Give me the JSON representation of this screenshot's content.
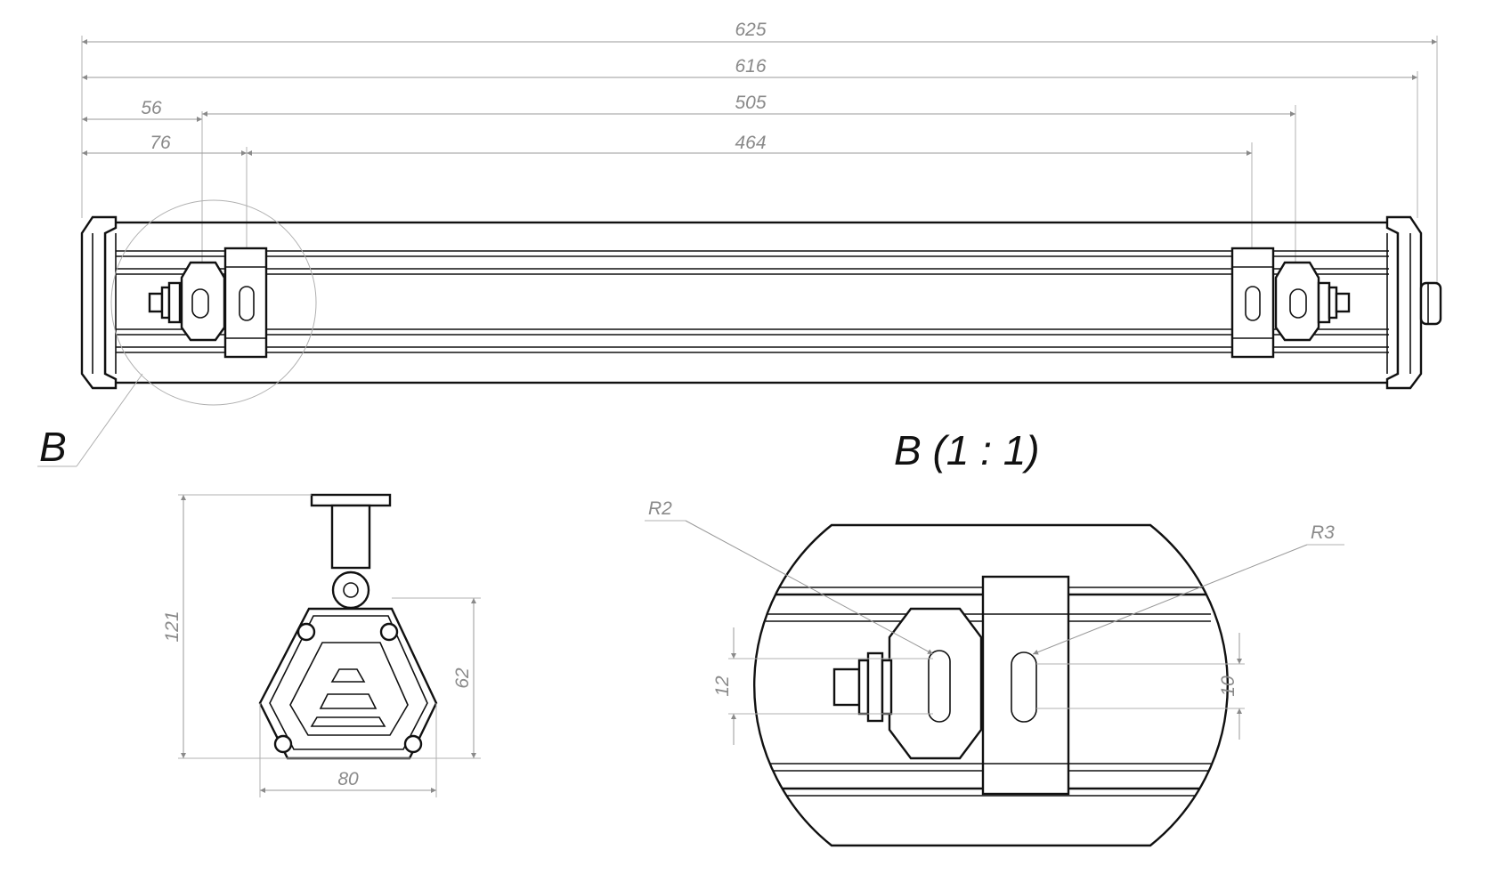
{
  "drawing": {
    "dimensions": {
      "d625": "625",
      "d616": "616",
      "d56": "56",
      "d505": "505",
      "d76": "76",
      "d464": "464",
      "d121": "121",
      "d62": "62",
      "d80": "80",
      "d12": "12",
      "d10": "10"
    },
    "radii": {
      "r2": "R2",
      "r3": "R3"
    },
    "detail_marker": "B",
    "detail_title": "B (1 : 1)"
  }
}
